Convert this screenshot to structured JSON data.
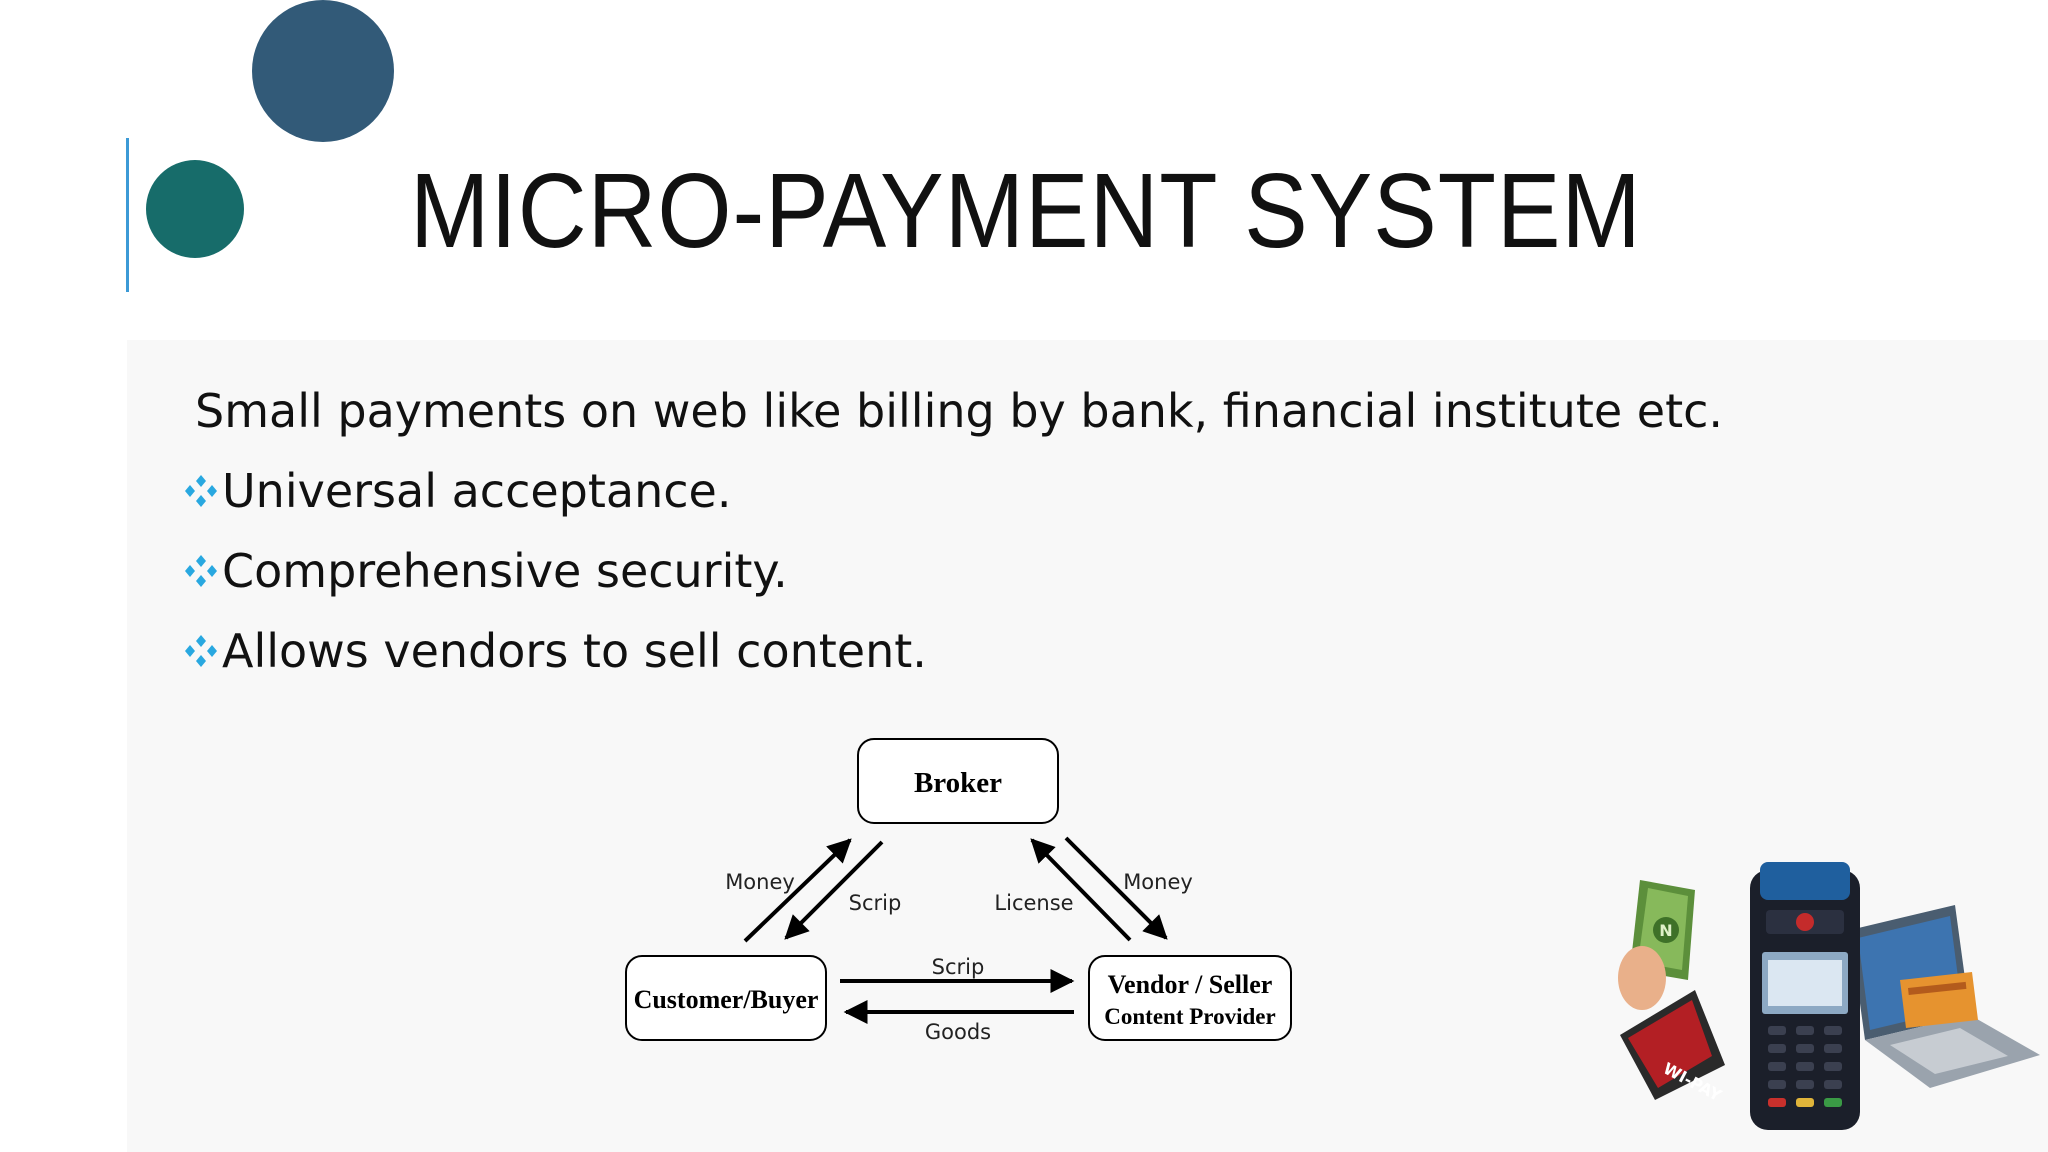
{
  "slide": {
    "title": "MICRO-PAYMENT SYSTEM",
    "intro": "Small payments on web like billing by bank, financial institute etc.",
    "bullets": [
      {
        "text": "Universal acceptance."
      },
      {
        "text": "Comprehensive security."
      },
      {
        "text": "Allows vendors to sell content."
      }
    ],
    "bullet_icon": "four-diamond-bullet-icon"
  },
  "diagram": {
    "nodes": {
      "broker": "Broker",
      "customer": "Customer/Buyer",
      "vendor_line1": "Vendor / Seller",
      "vendor_line2": "Content Provider"
    },
    "edges": {
      "customer_to_broker": "Money",
      "broker_to_customer": "Scrip",
      "broker_to_vendor": "License",
      "vendor_to_broker": "Money",
      "customer_to_vendor": "Scrip",
      "vendor_to_customer": "Goods"
    }
  },
  "illustration": {
    "terminal_brand": "WI-PAY",
    "description_icon": "payment-terminal-icon"
  },
  "colors": {
    "title": "#111111",
    "deco_big_circle": "#325a78",
    "deco_small_circle": "#176c6a",
    "deco_line": "#3c9ad6",
    "bullet": "#29a8e0"
  }
}
